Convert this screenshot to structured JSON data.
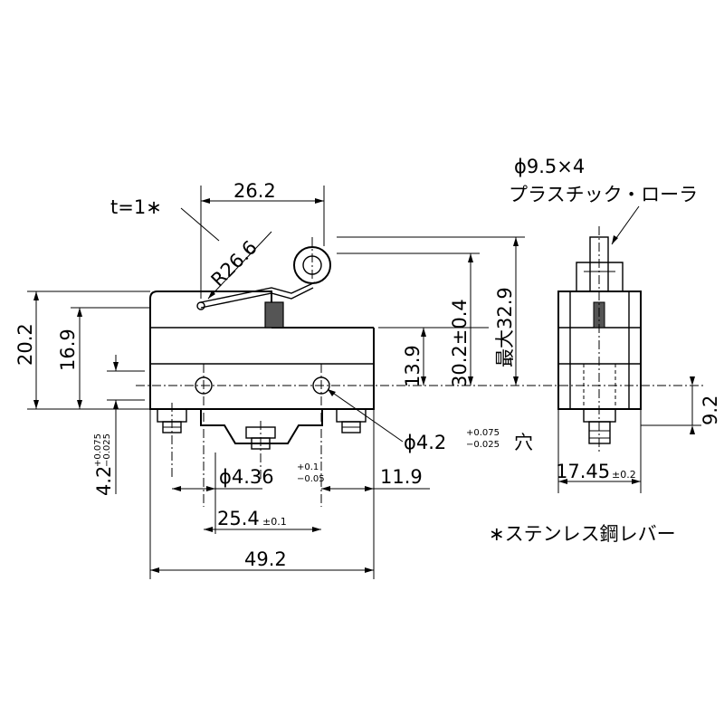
{
  "dimensions": {
    "lever_reach": "26.2",
    "lever_thickness": "t=1∗",
    "lever_radius": "R26.6",
    "total_height": "20.2",
    "body_height": "16.9",
    "hole_height": "13.9",
    "operating_position": "30.2±0.4",
    "max_height": "最大32.9",
    "terminal_offset_main": "4.2",
    "terminal_offset_tol_upper": "+0.075",
    "terminal_offset_tol_lower": "−0.025",
    "terminal_dia_main": "ϕ4.36",
    "terminal_dia_tol_upper": "+0.1",
    "terminal_dia_tol_lower": "−0.05",
    "hole_pitch_main": "25.4",
    "hole_pitch_tol": "±0.1",
    "right_margin": "11.9",
    "total_width": "49.2",
    "mount_hole_main": "ϕ4.2",
    "mount_hole_tol_upper": "+0.075",
    "mount_hole_tol_lower": "−0.025",
    "mount_hole_suffix": "穴",
    "side_width_main": "17.45",
    "side_width_tol": "±0.2",
    "side_hole_height": "9.2"
  },
  "notes": {
    "roller_size": "ϕ9.5×4",
    "roller_material": "プラスチック・ローラ",
    "lever_material": "∗ステンレス鋼レバー"
  }
}
